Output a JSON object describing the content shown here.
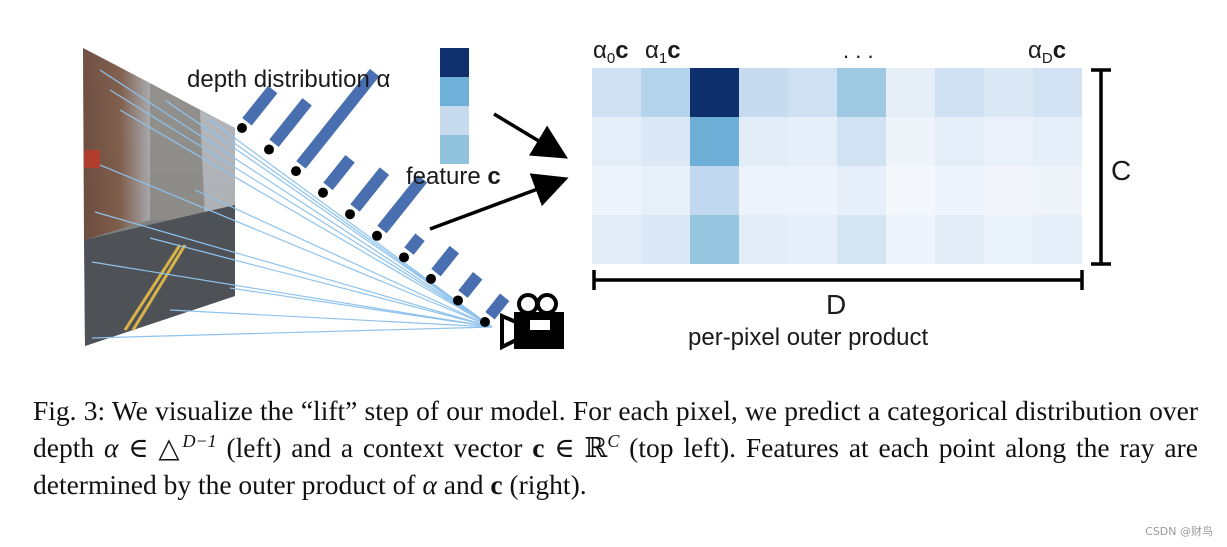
{
  "figure": {
    "label_depth_distribution": "depth distribution α",
    "label_feature": "feature",
    "label_feature_symbol": "c",
    "col_labels": [
      {
        "sym": "α",
        "sub": "0",
        "vec": "c"
      },
      {
        "sym": "α",
        "sub": "1",
        "vec": "c"
      }
    ],
    "col_label_last": {
      "sym": "α",
      "sub": "D",
      "vec": "c"
    },
    "ellipsis": ". . .",
    "dim_c": "C",
    "dim_d": "D",
    "outer_product_label": "per-pixel outer product",
    "icon": "camera-icon",
    "colors": {
      "accent_blue": "#4a6fb0",
      "ray_blue": "#8fc3ec",
      "feature_bar": [
        "#0f2f6d",
        "#6fb0d8",
        "#c7daee",
        "#92c3de"
      ]
    },
    "depth_bar_strengths": [
      0.35,
      0.45,
      1.0,
      0.3,
      0.4,
      0.55,
      0.15,
      0.25,
      0.2,
      0.2
    ],
    "outer_product_grid": [
      [
        "#cfe0f2",
        "#b4d3ec",
        "#0d2f6b",
        "#c6dbef",
        "#cee0f2",
        "#9fc8e2",
        "#e6eef8",
        "#cfe0f2",
        "#dbe8f5",
        "#d2e2f3"
      ],
      [
        "#e4eef8",
        "#dbe8f5",
        "#6eafd8",
        "#e2edf8",
        "#e6eff9",
        "#d1e2f3",
        "#eff4fb",
        "#e4eef8",
        "#eaf1fa",
        "#e6eef9"
      ],
      [
        "#eef4fb",
        "#e7f0f9",
        "#c1d8ee",
        "#edf3fb",
        "#eef4fb",
        "#e5eef9",
        "#f4f7fc",
        "#eef4fb",
        "#f2f6fc",
        "#eff4fb"
      ],
      [
        "#e3edf8",
        "#dbe8f5",
        "#96c5df",
        "#e3edf7",
        "#e5eef9",
        "#d6e5f3",
        "#eef4fb",
        "#e3edf8",
        "#e9f1fa",
        "#e5eef8"
      ]
    ]
  },
  "caption": {
    "fig_label": "Fig. 3:",
    "part1": " We visualize the “lift” step of our model. For each pixel, we predict a categorical distribution over depth ",
    "alpha": "α",
    "in1": " ∈ △",
    "sup1": "D−1",
    "part2": " (left) and a context vector ",
    "c1": "c",
    "in2": " ∈ ℝ",
    "sup2": "C",
    "part3": " (top left). Features at each point along the ray are determined by the outer product of ",
    "alpha2": "α",
    "and": " and ",
    "c2": "c",
    "part4": " (right)."
  },
  "watermark": "CSDN @财鸟"
}
